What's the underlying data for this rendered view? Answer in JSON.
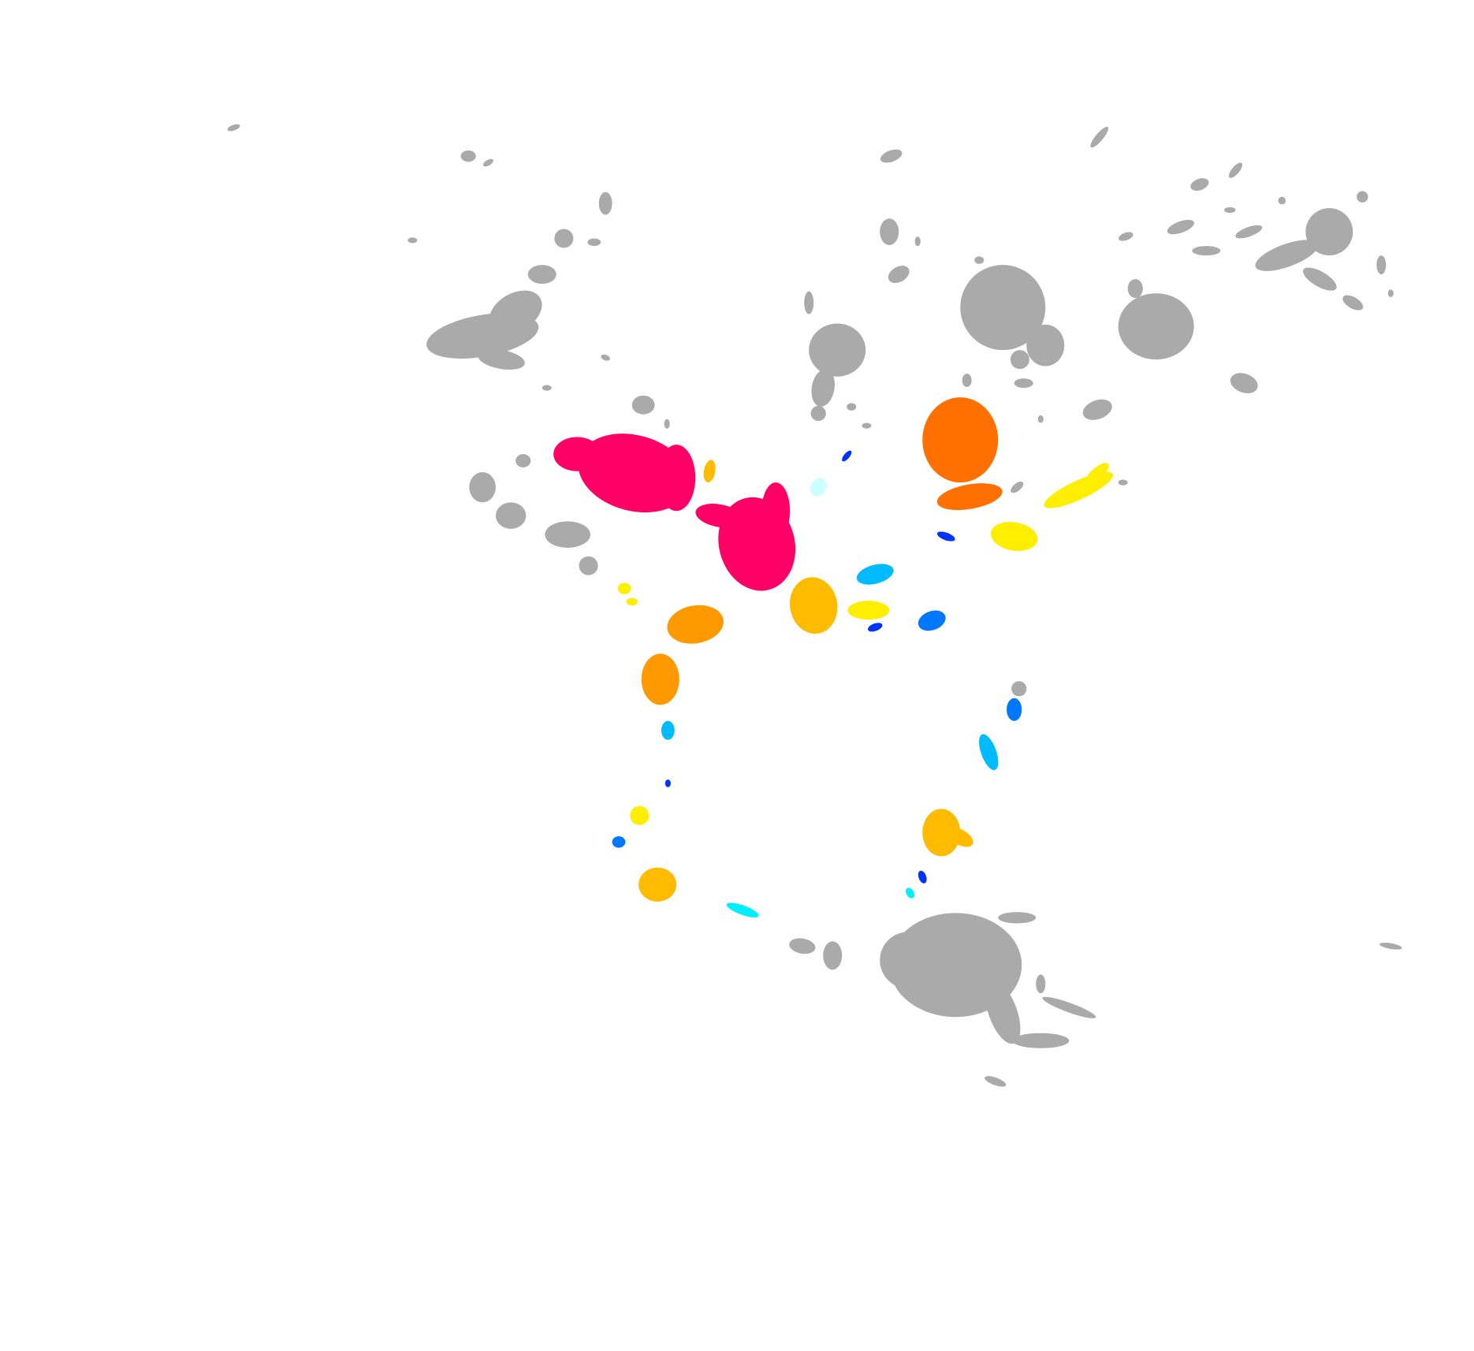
{
  "map": {
    "background": "#ffffff",
    "palette": {
      "base": "#aaaaaa",
      "crimson": "#ff0066",
      "dark_orange": "#ff7000",
      "orange": "#ff9900",
      "amber": "#ffbb00",
      "yellow": "#ffee00",
      "sky": "#00bbff",
      "azure": "#0077ff",
      "blue": "#0033ff",
      "cyan": "#00eeff",
      "pale_cyan": "#ccffff"
    },
    "regions": [
      {
        "group": "base",
        "color_key": "base"
      },
      {
        "group": "highlight-1",
        "color_key": "crimson"
      },
      {
        "group": "highlight-2",
        "color_key": "dark_orange"
      },
      {
        "group": "highlight-3",
        "color_key": "orange"
      },
      {
        "group": "highlight-4",
        "color_key": "amber"
      },
      {
        "group": "highlight-5",
        "color_key": "yellow"
      },
      {
        "group": "highlight-6",
        "color_key": "sky"
      },
      {
        "group": "highlight-7",
        "color_key": "azure"
      },
      {
        "group": "highlight-8",
        "color_key": "blue"
      },
      {
        "group": "highlight-9",
        "color_key": "cyan"
      },
      {
        "group": "highlight-10",
        "color_key": "pale_cyan"
      }
    ]
  }
}
